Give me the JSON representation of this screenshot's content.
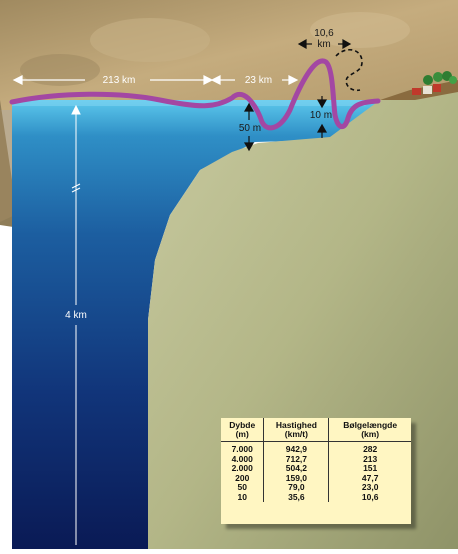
{
  "labels": {
    "distance_long": "213 km",
    "distance_mid": "23 km",
    "wavelength_top_line1": "10,6",
    "wavelength_top_line2": "km",
    "height_50": "50 m",
    "height_10": "10 m",
    "depth": "4 km"
  },
  "table": {
    "headers": [
      {
        "line1": "Dybde",
        "line2": "(m)"
      },
      {
        "line1": "Hastighed",
        "line2": "(km/t)"
      },
      {
        "line1": "Bølgelængde",
        "line2": "(km)"
      }
    ],
    "rows": [
      [
        "7.000",
        "942,9",
        "282"
      ],
      [
        "4.000",
        "712,7",
        "213"
      ],
      [
        "2.000",
        "504,2",
        "151"
      ],
      [
        "200",
        "159,0",
        "47,7"
      ],
      [
        "50",
        "79,0",
        "23,0"
      ],
      [
        "10",
        "35,6",
        "10,6"
      ]
    ]
  },
  "colors": {
    "wave": "#a347a3",
    "sea_surface": "#4fc3e8",
    "sea_deep": "#0c1f5e",
    "land": "#b8bb8c",
    "sand": "#b59a6e",
    "table_bg": "#fff6c2"
  }
}
